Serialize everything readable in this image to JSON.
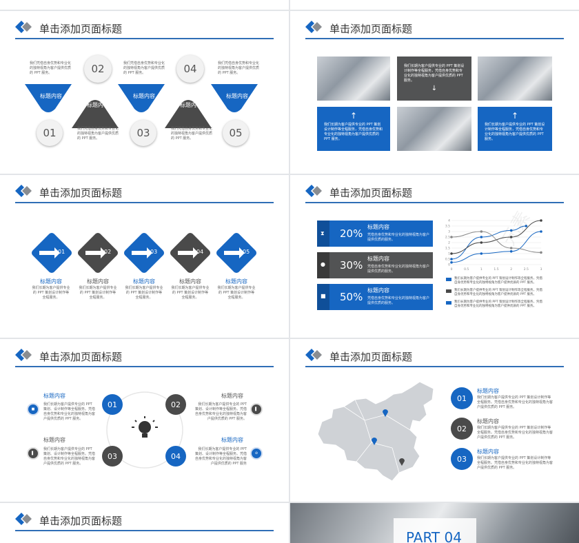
{
  "header_title": "单击添加页面标题",
  "slide1": {
    "top_texts": [
      "我们凭借自身优势和专业化的独特视角为客户提供优质的 PPT 服务。",
      "我们凭借自身优势和专业化的独特视角为客户提供优质的 PPT 服务。",
      "我们凭借自身优势和专业化的独特视角为客户提供优质的 PPT 服务。"
    ],
    "bottom_texts": [
      "我们凭借自身优势和专业化的独特视角为客户提供优质的 PPT 服务。",
      "我们凭借自身优势和专业化的独特视角为客户提供优质的 PPT 服务。"
    ],
    "blue_labels": [
      "标题内容",
      "标题内容",
      "标题内容"
    ],
    "gray_labels": [
      "标题内容",
      "标题内容"
    ],
    "nums": [
      "01",
      "02",
      "03",
      "04",
      "05"
    ]
  },
  "slide2": {
    "texts": [
      "我们长期为客户提供专业的 PPT 策划设计制作等全程服务，凭借自身优势和专业化的独特视角为客户提供优质的 PPT 服务。",
      "我们长期为客户提供专业的 PPT 策划设计制作等全程服务，凭借自身优势和专业化的独特视角为客户提供优质的 PPT 服务。",
      "我们长期为客户提供专业的 PPT 策划设计制作等全程服务，凭借自身优势和专业化的独特视角为客户提供优质的 PPT 服务。"
    ]
  },
  "slide3": {
    "nums": [
      "01",
      "02",
      "03",
      "04",
      "05"
    ],
    "labels": [
      "标题内容",
      "标题内容",
      "标题内容",
      "标题内容",
      "标题内容"
    ],
    "descs": [
      "我们长期为客户提供专业的 PPT 策划设计制作等全程服务。",
      "我们长期为客户提供专业的 PPT 策划设计制作等全程服务。",
      "我们长期为客户提供专业的 PPT 策划设计制作等全程服务。",
      "我们长期为客户提供专业的 PPT 策划设计制作等全程服务。",
      "我们长期为客户提供专业的 PPT 策划设计制作等全程服务。"
    ]
  },
  "slide4": {
    "bars": [
      {
        "pct": "20%",
        "title": "标题内容",
        "desc": "凭借自身优势和专业化的独特视角为客户提供优质的服务。"
      },
      {
        "pct": "30%",
        "title": "标题内容",
        "desc": "凭借自身优势和专业化的独特视角为客户提供优质的服务。"
      },
      {
        "pct": "50%",
        "title": "标题内容",
        "desc": "凭借自身优势和专业化的独特视角为客户提供优质的服务。"
      }
    ],
    "legend": [
      "我们长期为客户提供专业的 PPT 策划设计制作等全程服务，凭借自身优势和专业化的独特视角为客户提供优质的 PPT 服务。",
      "我们长期为客户提供专业的 PPT 策划设计制作等全程服务，凭借自身优势和专业化的独特视角为客户提供优质的 PPT 服务。",
      "我们长期为客户提供专业的 PPT 策划设计制作等全程服务，凭借自身优势和专业化的独特视角为客户提供优质的 PPT 服务。"
    ],
    "chart_data": {
      "type": "scatter",
      "x_ticks": [
        "0",
        "0.5",
        "1",
        "1.5",
        "2",
        "2.5",
        "3"
      ],
      "y_ticks": [
        "0",
        "0.5",
        "1",
        "1.5",
        "2",
        "2.5",
        "3",
        "3.5",
        "4"
      ],
      "xlim": [
        0,
        3
      ],
      "ylim": [
        0,
        4
      ],
      "series": [
        {
          "color": "#1666c2",
          "points": [
            [
              0,
              0.5
            ],
            [
              1,
              2.5
            ],
            [
              2,
              3.1
            ],
            [
              2.5,
              3.5
            ]
          ]
        },
        {
          "color": "#444444",
          "points": [
            [
              0,
              1
            ],
            [
              1,
              2
            ],
            [
              2,
              2.5
            ],
            [
              3,
              4
            ]
          ]
        },
        {
          "color": "#1666c2",
          "points": [
            [
              0,
              0.2
            ],
            [
              1,
              1
            ],
            [
              2,
              1.2
            ],
            [
              3,
              3
            ]
          ]
        },
        {
          "color": "#888888",
          "points": [
            [
              0,
              2.5
            ],
            [
              1,
              3
            ],
            [
              2,
              1.5
            ],
            [
              3,
              1.1
            ]
          ]
        }
      ]
    }
  },
  "slide5": {
    "items": [
      {
        "title": "标题内容",
        "desc": "我们长期为客户提供专业的 PPT 策划、设计制作等全程服务。凭借自身优势和专业化的独特视角为客户提供优质的 PPT 服务。"
      },
      {
        "title": "标题内容",
        "desc": "我们长期为客户提供专业的 PPT 策划、设计制作等全程服务。凭借自身优势和专业化的独特视角为客户提供优质的 PPT 服务。"
      },
      {
        "title": "标题内容",
        "desc": "我们长期为客户提供专业的 PPT 策划、设计制作等全程服务。凭借自身优势和专业化的独特视角为客户提供优质的 PPT 服务。"
      },
      {
        "title": "标题内容",
        "desc": "我们长期为客户提供专业的 PPT 策划、设计制作等全程服务。凭借自身优势和专业化的独特视角为客户提供优质的 PPT 服务"
      }
    ],
    "nums": [
      "01",
      "02",
      "03",
      "04"
    ]
  },
  "slide6": {
    "nums": [
      "01",
      "02",
      "03"
    ],
    "items": [
      {
        "title": "标题内容",
        "desc": "我们长期为客户提供专业的 PPT 策划设计制作等全程服务。凭借自身优势和专业化的独特视角为客户提供优质的 PPT 服务。"
      },
      {
        "title": "标题内容",
        "desc": "我们长期为客户提供专业的 PPT 策划设计制作等全程服务。凭借自身优势和专业化的独特视角为客户提供优质的 PPT 服务。"
      },
      {
        "title": "标题内容",
        "desc": "我们长期为客户提供专业的 PPT 策划设计制作等全程服务。凭借自身优势和专业化的独特视角为客户提供优质的 PPT 服务。"
      }
    ]
  },
  "slide8": {
    "part_label": "PART 04"
  }
}
